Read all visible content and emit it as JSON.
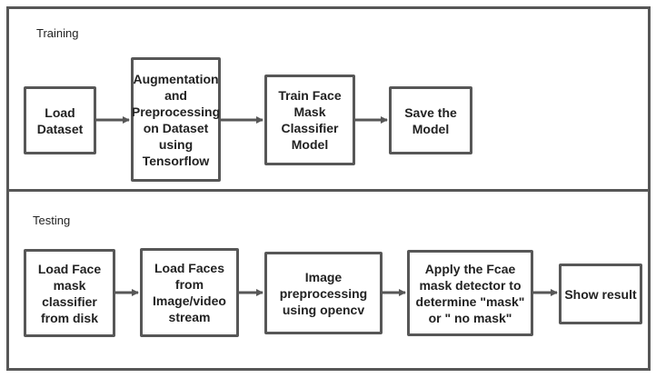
{
  "diagram": {
    "training": {
      "title": "Training",
      "steps": [
        "Load\nDataset",
        "Augmentation\nand\nPreprocessing\non Dataset\nusing\nTensorflow",
        "Train Face\nMask\nClassifier\nModel",
        "Save the\nModel"
      ]
    },
    "testing": {
      "title": "Testing",
      "steps": [
        "Load Face\nmask\nclassifier\nfrom disk",
        "Load Faces\nfrom\nImage/video\nstream",
        "Image\npreprocessing\nusing opencv",
        "Apply the Fcae\nmask detector to\ndetermine \"mask\"\nor \" no mask\"",
        "Show result"
      ]
    }
  },
  "colors": {
    "border": "#575757",
    "text": "#222222"
  }
}
